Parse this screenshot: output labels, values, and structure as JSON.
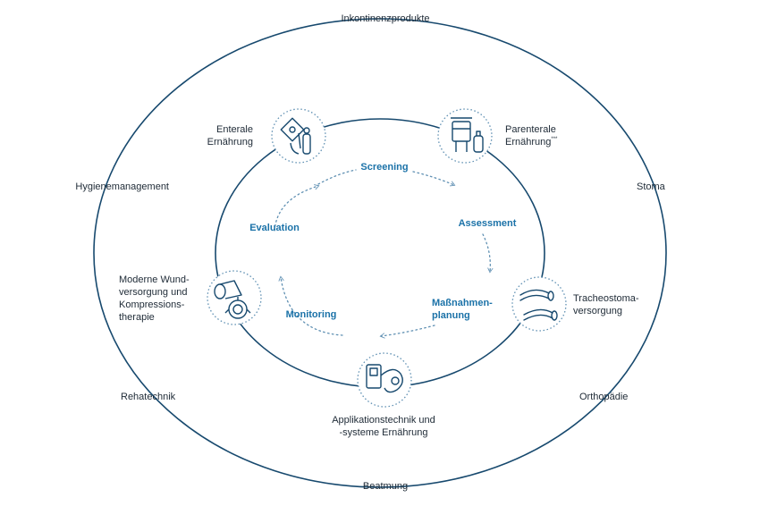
{
  "colors": {
    "ring": "#17496e",
    "dots": "#5e8fb2",
    "cycle": "#1b72a8",
    "text": "#1e2a36"
  },
  "outer_labels": {
    "top": "Inkontinenzprodukte",
    "left_upper": "Hygienemanagement",
    "right_upper": "Stoma",
    "left_lower": "Rehatechnik",
    "right_lower": "Orthopädie",
    "bottom": "Beatmung"
  },
  "middle_nodes": [
    {
      "id": "enteral",
      "icon": "feeding-bag-icon",
      "lines": [
        "Enterale",
        "Ernährung"
      ]
    },
    {
      "id": "parenteral",
      "icon": "iv-infusion-icon",
      "lines": [
        "Parenterale",
        "Ernährung"
      ],
      "suffix": "***"
    },
    {
      "id": "wound",
      "icon": "bandage-roll-icon",
      "lines": [
        "Moderne Wund-",
        "versorgung und",
        "Kompressions-",
        "therapie"
      ]
    },
    {
      "id": "tracheo",
      "icon": "tracheostomy-tube-icon",
      "lines": [
        "Tracheostoma-",
        "versorgung"
      ]
    },
    {
      "id": "application",
      "icon": "feeding-pump-icon",
      "lines": [
        "Applikationstechnik und",
        "-systeme Ernährung"
      ]
    }
  ],
  "cycle_steps": {
    "screening": "Screening",
    "assessment": "Assessment",
    "planning": [
      "Maßnahmen-",
      "planung"
    ],
    "monitoring": "Monitoring",
    "evaluation": "Evaluation"
  }
}
